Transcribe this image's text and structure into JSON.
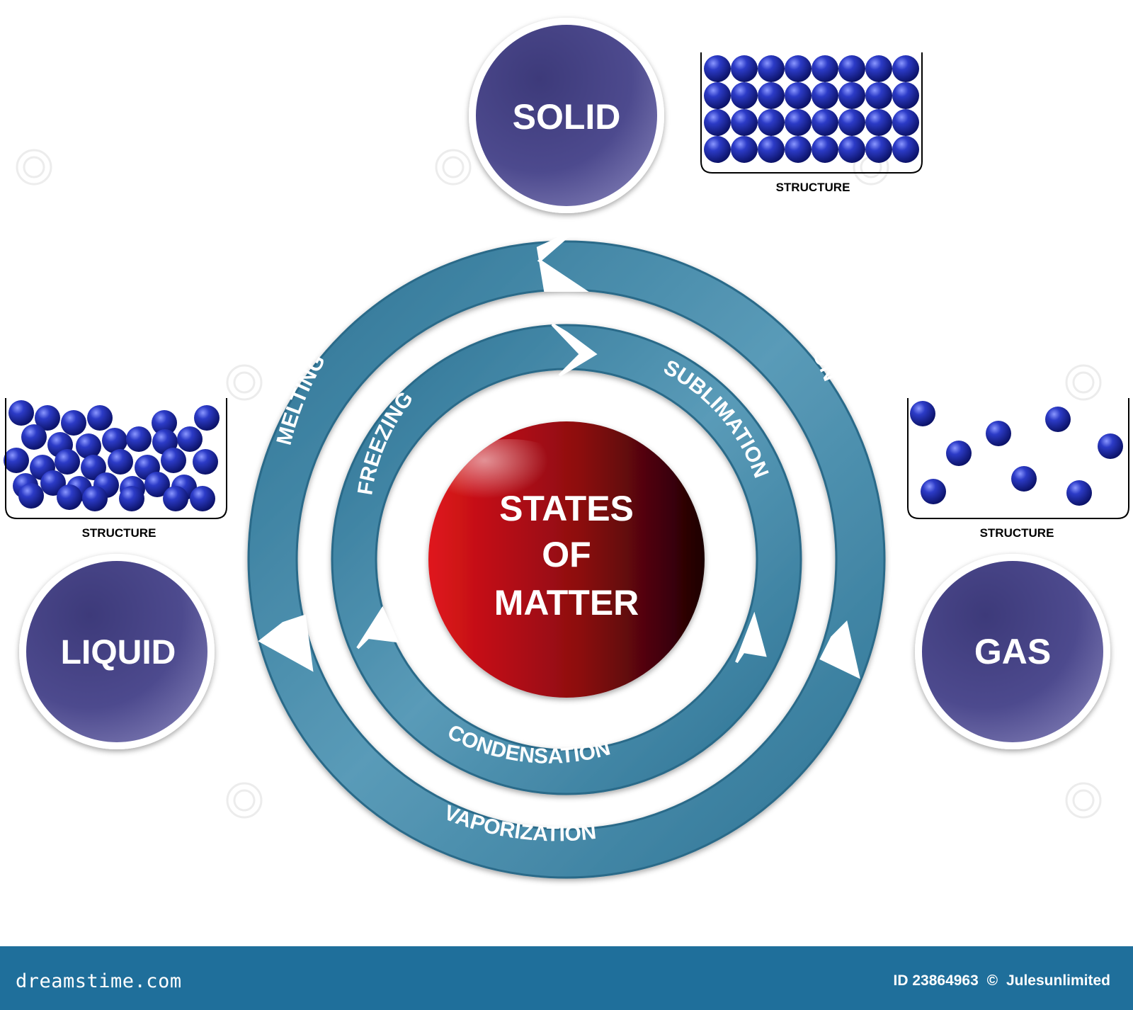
{
  "title": "STATES OF MATTER",
  "title_lines": [
    "STATES",
    "OF",
    "MATTER"
  ],
  "states": {
    "solid": "SOLID",
    "liquid": "LIQUID",
    "gas": "GAS"
  },
  "structure_label": "STRUCTURE",
  "transitions": {
    "melting": "MELTING",
    "freezing": "FREEZING",
    "sublimation": "SUBLIMATION",
    "deposition": "DEPOSITION",
    "condensation": "CONDENSATION",
    "vaporization": "VAPORIZATION"
  },
  "footer": {
    "site": "dreamstime.com",
    "id": "ID 23864963",
    "copyright": "©",
    "author": "Julesunlimited"
  },
  "colors": {
    "ring": "#3e86a6",
    "ring_light": "#7fb3c9",
    "state_circle": "#4a4686",
    "center": "#c4161c",
    "center_dark": "#3a0006",
    "particle": "#1d2a9e",
    "footer": "#1f6f9b"
  },
  "icons": [
    "watermark-spiral-icon",
    "particle-icon",
    "copyright-icon"
  ]
}
